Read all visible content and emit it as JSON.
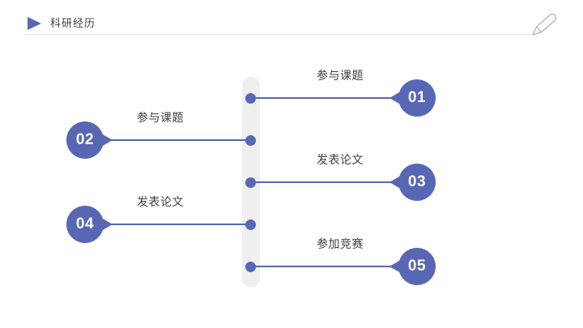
{
  "header": {
    "title": "科研经历",
    "bullet_icon": "triangle-right-icon",
    "corner_icon": "pen-icon"
  },
  "colors": {
    "accent": "#5767b4",
    "spine": "#efeff0",
    "text": "#3f3f3f",
    "divider": "#e4e4e4",
    "pen_stroke": "#b2b2b2",
    "number_text": "#ffffff"
  },
  "timeline": {
    "items": [
      {
        "number": "01",
        "label": "参与课题",
        "side": "right"
      },
      {
        "number": "02",
        "label": "参与课题",
        "side": "left"
      },
      {
        "number": "03",
        "label": "发表论文",
        "side": "right"
      },
      {
        "number": "04",
        "label": "发表论文",
        "side": "left"
      },
      {
        "number": "05",
        "label": "参加竞赛",
        "side": "right"
      }
    ]
  }
}
